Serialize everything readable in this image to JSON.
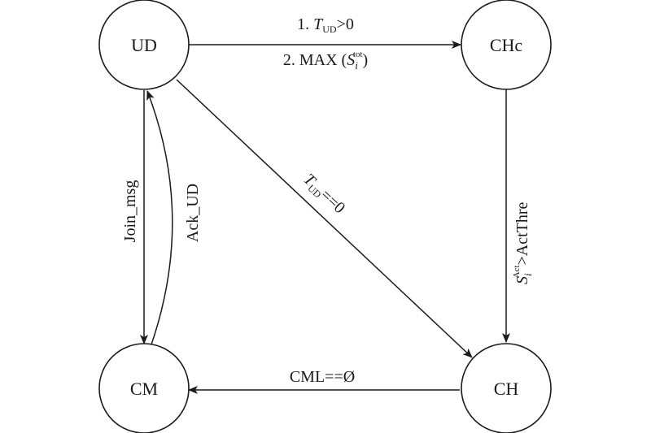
{
  "colors": {
    "stroke": "#1a1a1a",
    "background": "#ffffff"
  },
  "nodes": {
    "ud": "UD",
    "chc": "CHc",
    "cm": "CM",
    "ch": "CH"
  },
  "edges": {
    "ud_to_chc": {
      "line1_prefix": "1. ",
      "line1_var": "T",
      "line1_sub": "UD",
      "line1_rel": ">0",
      "line2_prefix": "2. MAX (",
      "line2_var": "S",
      "line2_sub": "i",
      "line2_sup": "tot",
      "line2_suffix": ")"
    },
    "ud_to_ch": {
      "var": "T",
      "sub": "UD",
      "rel": "==0"
    },
    "chc_to_ch": {
      "var": "S",
      "sub": "i",
      "sup": "Act",
      "rel": ">ActThre"
    },
    "ud_to_cm": "Join_msg",
    "cm_to_ud": "Ack_UD",
    "ch_to_cm": "CML==Ø"
  }
}
